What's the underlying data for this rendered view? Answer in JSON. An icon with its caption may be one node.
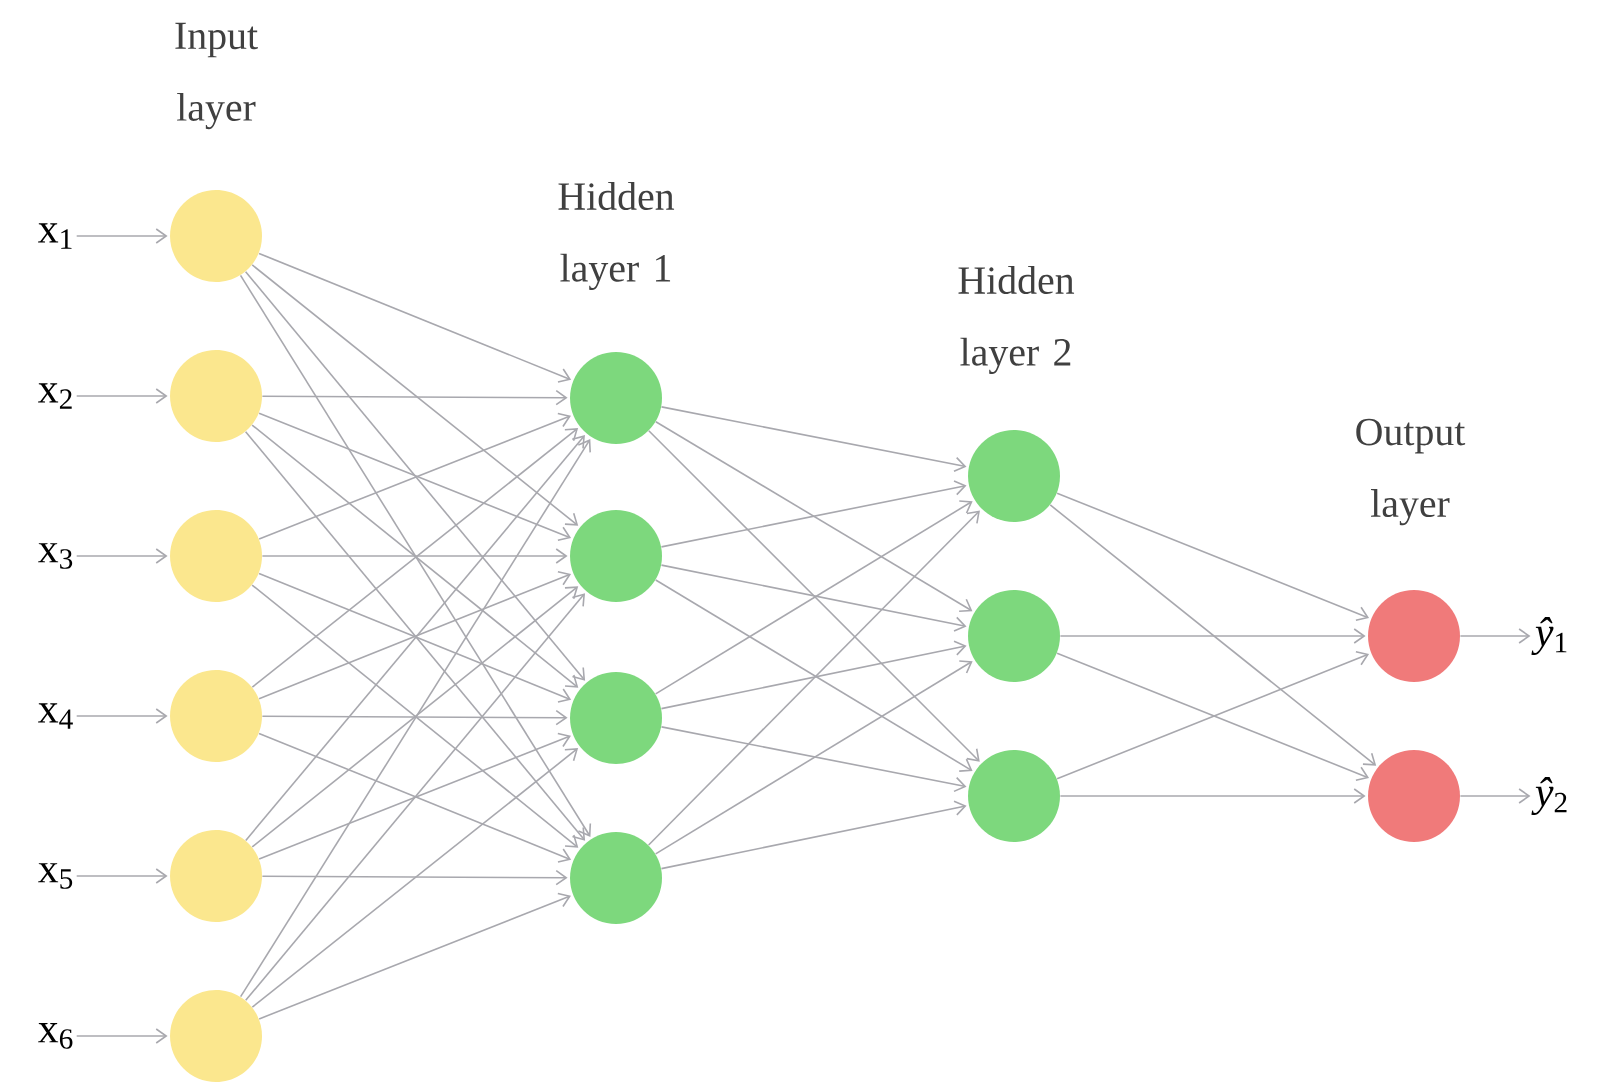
{
  "diagram": {
    "nodes": [
      {
        "text": [
          "x$_{1}$"
        ]
      },
      {
        "text": [
          "x$_{2}$"
        ]
      },
      {
        "text": [
          "x$_{3}$"
        ]
      },
      {
        "text": [
          "x$_{4}$"
        ]
      },
      {
        "text": [
          "x$_{5}$"
        ]
      },
      {
        "text": [
          "x$_{6}$"
        ]
      },
      {
        "text": [],
        "shape": "circle"
      },
      {
        "text": [],
        "shape": "circle"
      },
      {
        "text": [],
        "shape": "circle"
      },
      {
        "text": [],
        "shape": "circle"
      },
      {
        "text": [],
        "shape": "circle"
      },
      {
        "text": [],
        "shape": "circle"
      },
      {
        "text": [],
        "shape": "circle"
      },
      {
        "text": [],
        "shape": "circle"
      },
      {
        "text": [],
        "shape": "circle"
      },
      {
        "text": [],
        "shape": "circle"
      },
      {
        "text": [],
        "shape": "circle"
      },
      {
        "text": [],
        "shape": "circle"
      },
      {
        "text": [],
        "shape": "circle"
      },
      {
        "text": [],
        "shape": "circle"
      },
      {
        "text": [],
        "shape": "circle"
      },
      {
        "text": [
          "*ŷ*$_{1}$"
        ]
      },
      {
        "text": [
          "*ŷ*$_{2}$"
        ]
      }
    ],
    "edges": [
      {
        "from": 0,
        "to": 6,
        "arrow": "to"
      },
      {
        "from": 1,
        "to": 7,
        "arrow": "to"
      },
      {
        "from": 2,
        "to": 8,
        "arrow": "to"
      },
      {
        "from": 3,
        "to": 9,
        "arrow": "to"
      },
      {
        "from": 4,
        "to": 10,
        "arrow": "to"
      },
      {
        "from": 5,
        "to": 11,
        "arrow": "to"
      },
      {
        "from": 6,
        "to": 12,
        "arrow": "to"
      },
      {
        "from": 6,
        "to": 13,
        "arrow": "to"
      },
      {
        "from": 6,
        "to": 14,
        "arrow": "to"
      },
      {
        "from": 6,
        "to": 15,
        "arrow": "to"
      },
      {
        "from": 7,
        "to": 12,
        "arrow": "to"
      },
      {
        "from": 7,
        "to": 13,
        "arrow": "to"
      },
      {
        "from": 7,
        "to": 14,
        "arrow": "to"
      },
      {
        "from": 7,
        "to": 15,
        "arrow": "to"
      },
      {
        "from": 8,
        "to": 12,
        "arrow": "to"
      },
      {
        "from": 8,
        "to": 13,
        "arrow": "to"
      },
      {
        "from": 8,
        "to": 14,
        "arrow": "to"
      },
      {
        "from": 8,
        "to": 15,
        "arrow": "to"
      },
      {
        "from": 9,
        "to": 12,
        "arrow": "to"
      },
      {
        "from": 9,
        "to": 13,
        "arrow": "to"
      },
      {
        "from": 9,
        "to": 14,
        "arrow": "to"
      },
      {
        "from": 9,
        "to": 15,
        "arrow": "to"
      },
      {
        "from": 10,
        "to": 12,
        "arrow": "to"
      },
      {
        "from": 10,
        "to": 13,
        "arrow": "to"
      },
      {
        "from": 10,
        "to": 14,
        "arrow": "to"
      },
      {
        "from": 10,
        "to": 15,
        "arrow": "to"
      },
      {
        "from": 11,
        "to": 12,
        "arrow": "to"
      },
      {
        "from": 11,
        "to": 13,
        "arrow": "to"
      },
      {
        "from": 11,
        "to": 14,
        "arrow": "to"
      },
      {
        "from": 11,
        "to": 15,
        "arrow": "to"
      },
      {
        "from": 12,
        "to": 16,
        "arrow": "to"
      },
      {
        "from": 12,
        "to": 17,
        "arrow": "to"
      },
      {
        "from": 12,
        "to": 18,
        "arrow": "to"
      },
      {
        "from": 13,
        "to": 16,
        "arrow": "to"
      },
      {
        "from": 13,
        "to": 17,
        "arrow": "to"
      },
      {
        "from": 13,
        "to": 18,
        "arrow": "to"
      },
      {
        "from": 14,
        "to": 16,
        "arrow": "to"
      },
      {
        "from": 14,
        "to": 17,
        "arrow": "to"
      },
      {
        "from": 14,
        "to": 18,
        "arrow": "to"
      },
      {
        "from": 15,
        "to": 16,
        "arrow": "to"
      },
      {
        "from": 15,
        "to": 17,
        "arrow": "to"
      },
      {
        "from": 15,
        "to": 18,
        "arrow": "to"
      },
      {
        "from": 16,
        "to": 19,
        "arrow": "to"
      },
      {
        "from": 16,
        "to": 20,
        "arrow": "to"
      },
      {
        "from": 17,
        "to": 19,
        "arrow": "to"
      },
      {
        "from": 17,
        "to": 20,
        "arrow": "to"
      },
      {
        "from": 18,
        "to": 19,
        "arrow": "to"
      },
      {
        "from": 18,
        "to": 20,
        "arrow": "to"
      },
      {
        "from": 19,
        "to": 21,
        "arrow": "to"
      },
      {
        "from": 20,
        "to": 22,
        "arrow": "to"
      }
    ],
    "labels": [
      "Input layer",
      "Hidden layer 1",
      "Hidden layer 2",
      "Output layer"
    ]
  }
}
